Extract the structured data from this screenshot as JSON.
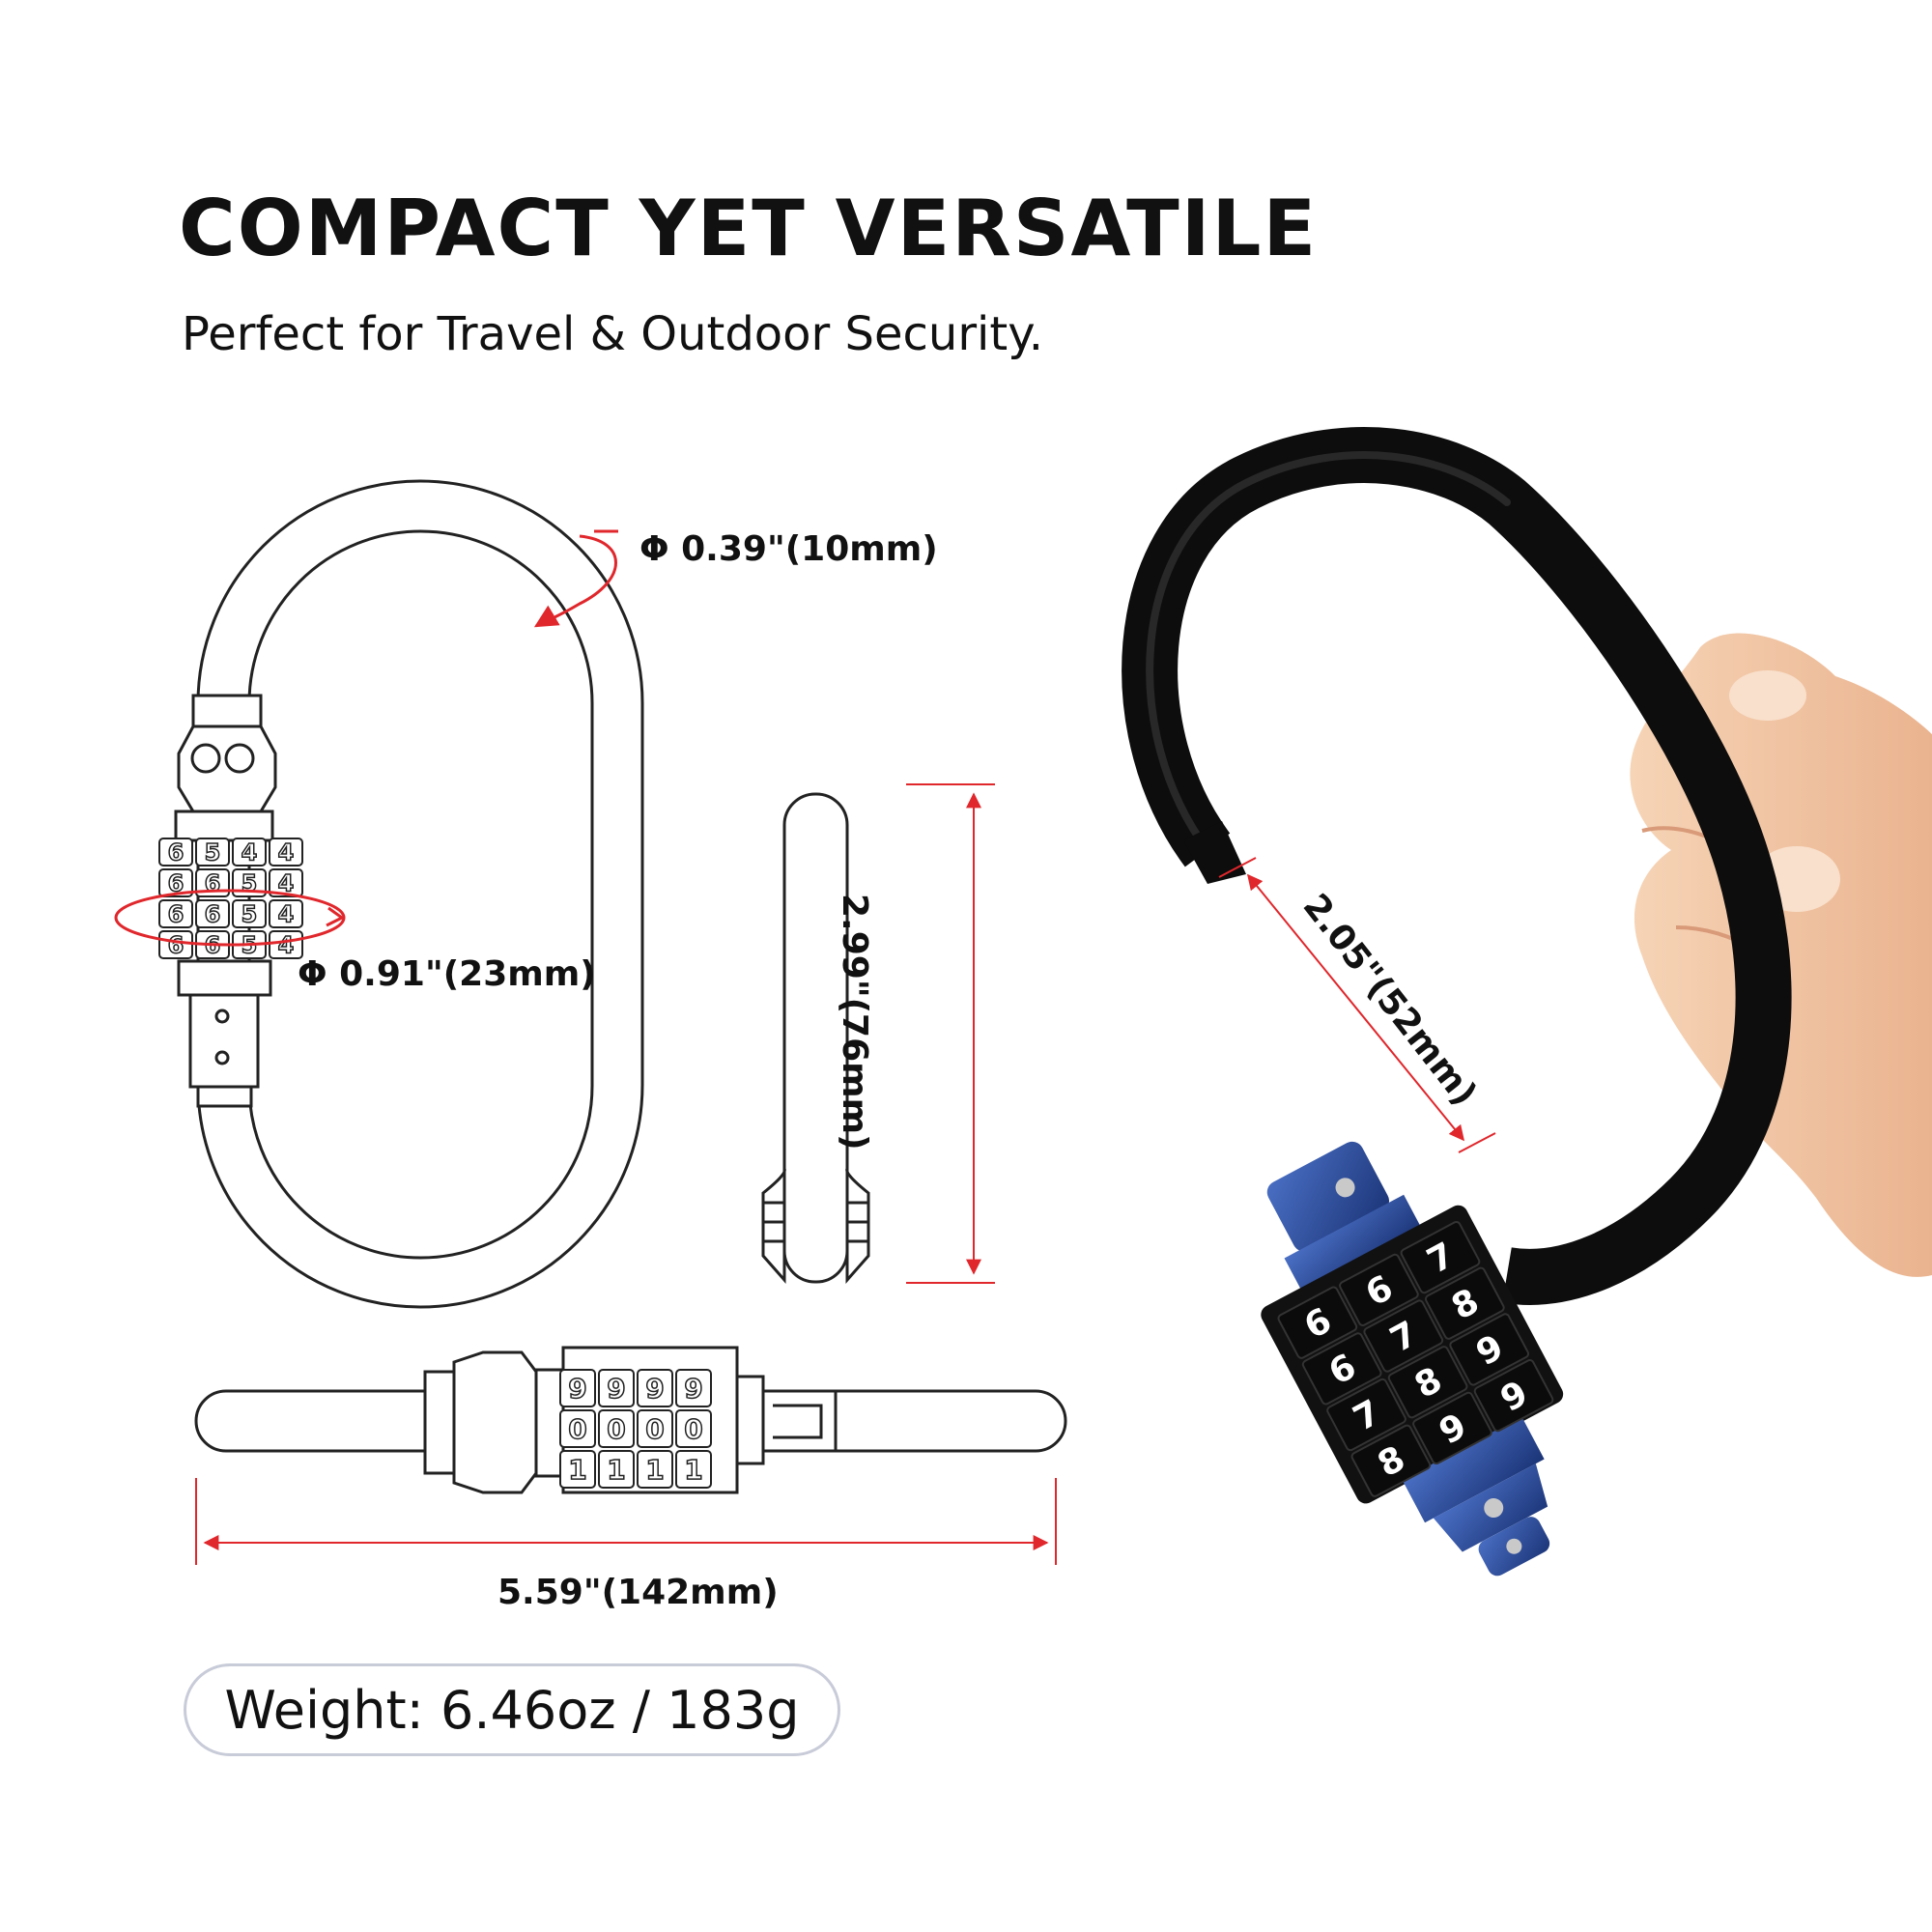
{
  "header": {
    "title": "COMPACT YET VERSATILE",
    "subtitle": "Perfect for Travel & Outdoor Security."
  },
  "dimensions": {
    "tube_diameter": "Φ 0.39\"(10mm)",
    "dial_diameter": "Φ 0.91\"(23mm)",
    "side_height": "2.99\"(76mm)",
    "length": "5.59\"(142mm)",
    "gate_opening": "2.05\"(52mm)"
  },
  "weight": "Weight: 6.46oz / 183g",
  "dials": {
    "front_rows": [
      [
        "6",
        "5",
        "4",
        "4"
      ],
      [
        "6",
        "6",
        "5",
        "4"
      ],
      [
        "6",
        "6",
        "5",
        "4"
      ],
      [
        "6",
        "6",
        "5",
        "4"
      ]
    ],
    "bottom_rows": [
      [
        "9",
        "9",
        "9",
        "9"
      ],
      [
        "0",
        "0",
        "0",
        "0"
      ],
      [
        "1",
        "1",
        "1",
        "1"
      ]
    ],
    "photo_rows": [
      [
        "6",
        "6",
        "7"
      ],
      [
        "6",
        "7",
        "8"
      ],
      [
        "7",
        "8",
        "9"
      ],
      [
        "8",
        "9",
        "9"
      ]
    ]
  },
  "colors": {
    "dimension_red": "#e0272c",
    "lock_blue": "#2e4f9e",
    "carabiner_black": "#0d0d0d",
    "skin": "#f3c9a6"
  }
}
